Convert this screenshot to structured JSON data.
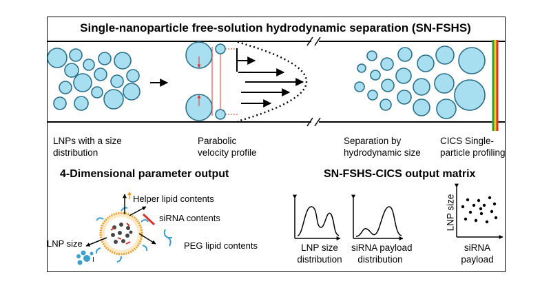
{
  "title": "Single-nanoparticle free-solution hydrodynamic separation (SN-FSHS)",
  "captions": {
    "lnps": [
      "LNPs with a size",
      "distribution"
    ],
    "parabolic": [
      "Parabolic",
      "velocity profile"
    ],
    "separation": [
      "Separation by",
      "hydrodynamic size"
    ],
    "cics": [
      "CICS Single-",
      "particle profiling"
    ]
  },
  "sections": {
    "four_d": "4-Dimensional parameter output",
    "matrix": "SN-FSHS-CICS output matrix"
  },
  "params": {
    "helper": "Helper lipid contents",
    "sirna": "siRNA contents",
    "peg": "PEG lipid contents",
    "size": "LNP size",
    "i_mark": "I"
  },
  "plots": {
    "size_dist": [
      "LNP size",
      "distribution"
    ],
    "payload_dist": [
      "siRNA payload",
      "distribution"
    ],
    "scatter_y": "LNP size",
    "scatter_x": [
      "siRNA",
      "payload"
    ]
  },
  "colors": {
    "particle_fill": "#a8dff0",
    "particle_stroke": "#2a6f8a",
    "laser": [
      "#2e9d3a",
      "#e8d21f",
      "#e0302a"
    ],
    "arrow_red": "#e0302a",
    "helper_arrow": "#f0a020"
  }
}
